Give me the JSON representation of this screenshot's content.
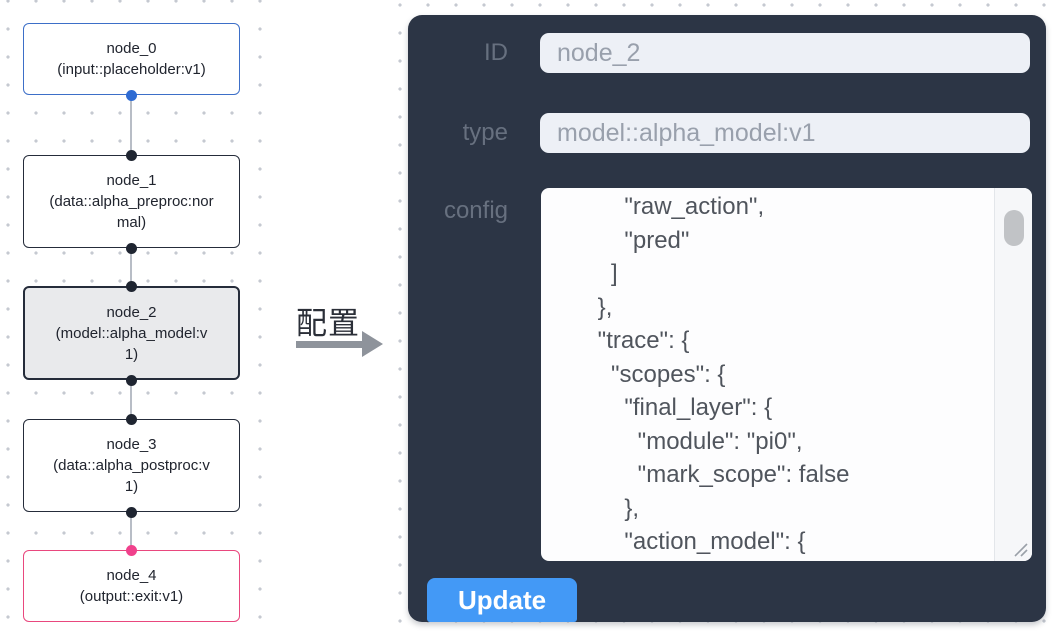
{
  "canvas": {
    "nodes": [
      {
        "title": "node_0",
        "subtitle": "(input::placeholder:v1)",
        "kind": "input"
      },
      {
        "title": "node_1",
        "subtitle": "(data::alpha_preproc:normal)",
        "kind": "data"
      },
      {
        "title": "node_2",
        "subtitle": "(model::alpha_model:v1)",
        "kind": "model",
        "selected": true
      },
      {
        "title": "node_3",
        "subtitle": "(data::alpha_postproc:v1)",
        "kind": "data"
      },
      {
        "title": "node_4",
        "subtitle": "(output::exit:v1)",
        "kind": "output"
      }
    ]
  },
  "annotation": {
    "label": "配置"
  },
  "panel": {
    "id_field": {
      "label": "ID",
      "value": "node_2"
    },
    "type_field": {
      "label": "type",
      "value": "model::alpha_model:v1"
    },
    "config_field": {
      "label": "config",
      "value": "        \"raw_action\",\n        \"pred\"\n      ]\n    },\n    \"trace\": {\n      \"scopes\": {\n        \"final_layer\": {\n          \"module\": \"pi0\",\n          \"mark_scope\": false\n        },\n        \"action_model\": {"
    },
    "update_button": "Update"
  },
  "colors": {
    "panel_bg": "#2c3545",
    "accent_blue": "#4399f6",
    "input_node_border": "#3d6fc8",
    "default_node_border": "#252c3a",
    "output_node_border": "#e9477e",
    "selected_node_bg": "#e9eaec",
    "edge": "#b8bdc6",
    "input_port_dot": "#2e6bd3",
    "output_port_dot": "#f0418c"
  }
}
